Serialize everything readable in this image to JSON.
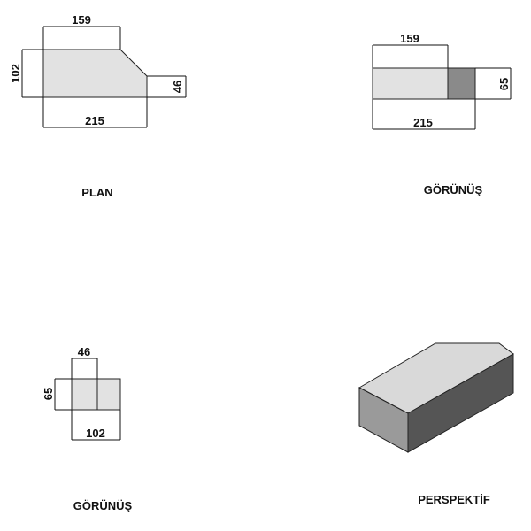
{
  "views": {
    "plan": {
      "caption": "PLAN",
      "dims": {
        "top": "159",
        "bottom": "215",
        "left": "102",
        "right": "46"
      }
    },
    "front": {
      "caption": "GÖRÜNÜŞ",
      "dims": {
        "top": "159",
        "bottom": "215",
        "right": "65"
      }
    },
    "side": {
      "caption": "GÖRÜNÜŞ",
      "dims": {
        "top": "46",
        "bottom": "102",
        "left": "65"
      }
    },
    "perspective": {
      "caption": "PERSPEKTİF"
    }
  },
  "colors": {
    "face_light": "#e2e2e2",
    "face_mid": "#8a8a8a",
    "face_dark": "#4a4a4a",
    "face_top": "#d9d9d9",
    "face_front": "#9a9a9a",
    "face_side": "#555555",
    "line": "#111111"
  }
}
